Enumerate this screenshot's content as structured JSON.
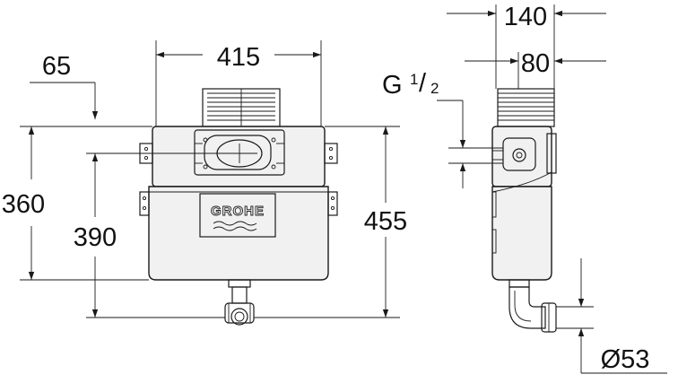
{
  "brand": "GROHE",
  "front_view": {
    "dim_width": "415",
    "dim_left_offset": "65",
    "dim_height_body": "360",
    "dim_height_total": "390",
    "dim_height_outer": "455"
  },
  "side_view": {
    "dim_depth_total": "140",
    "dim_depth_body": "80",
    "thread_label": "G",
    "thread_num": "1",
    "thread_den": "2",
    "outlet_diameter": "Ø53"
  }
}
